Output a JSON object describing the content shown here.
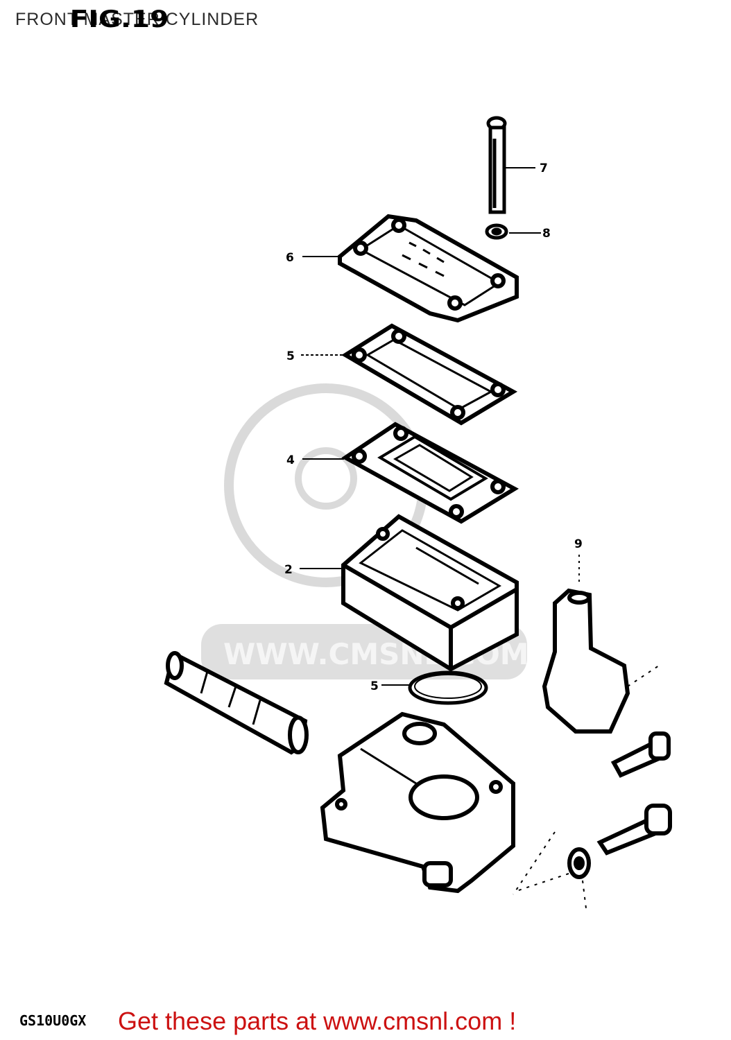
{
  "header": {
    "title": "FRONT MASTER CYLINDER",
    "figure_label": "FIG.19"
  },
  "footer": {
    "model_code": "GS10U0GX",
    "promo": "Get these parts at www.cmsnl.com !"
  },
  "watermark": {
    "text": "WWW.CMSNL.COM"
  },
  "callouts": {
    "c7": "7",
    "c8": "8",
    "c6": "6",
    "c5a": "5",
    "c4": "4",
    "c2": "2",
    "c9": "9",
    "c5b": "5"
  },
  "colors": {
    "line": "#000000",
    "promo": "#cc1111",
    "watermark": "#c8c8c8"
  }
}
